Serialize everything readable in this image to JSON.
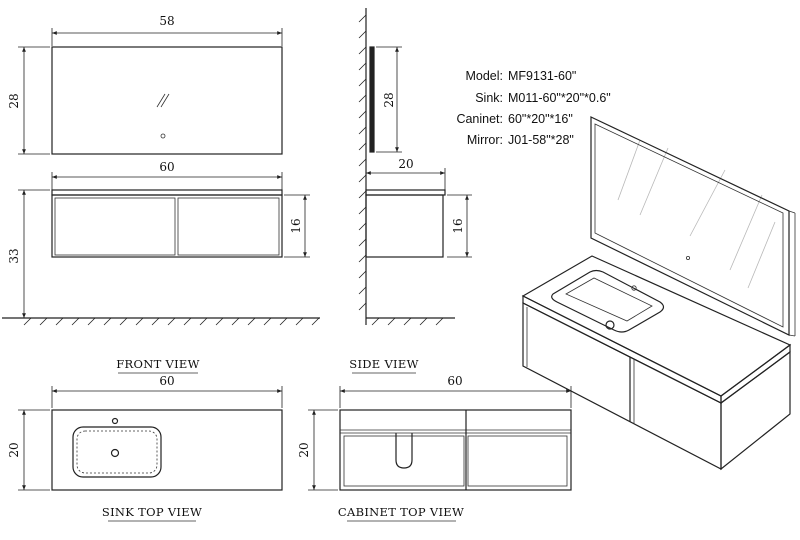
{
  "dimensions": {
    "mirror_width": "58",
    "mirror_height": "28",
    "vanity_width": "60",
    "vanity_height": "33",
    "drawer_height": "16",
    "side_mirror_height": "28",
    "side_depth": "20",
    "side_drawer_height": "16",
    "sink_top_width": "60",
    "sink_top_depth": "20",
    "cabinet_top_width": "60",
    "cabinet_top_depth": "20"
  },
  "view_labels": {
    "front": "FRONT VIEW",
    "side": "SIDE VIEW",
    "sink_top": "SINK TOP VIEW",
    "cabinet_top": "CABINET TOP VIEW"
  },
  "specs": [
    {
      "label": "Model:",
      "value": "MF9131-60\""
    },
    {
      "label": "Sink:",
      "value": "M011-60\"*20\"*0.6\""
    },
    {
      "label": "Caninet:",
      "value": "60\"*20\"*16\""
    },
    {
      "label": "Mirror:",
      "value": "J01-58\"*28\""
    }
  ]
}
